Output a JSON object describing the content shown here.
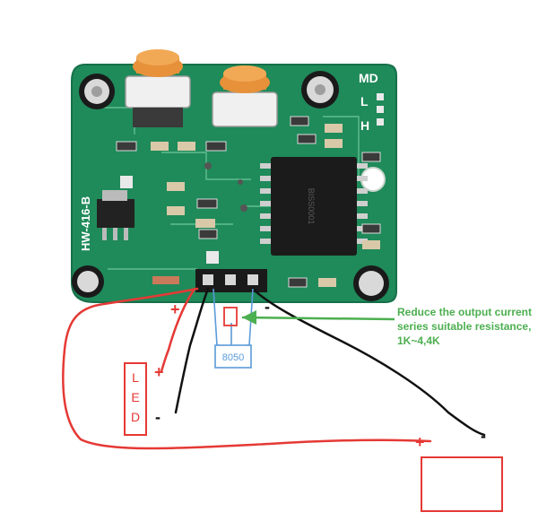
{
  "board": {
    "model": "HW-416-B",
    "jumper_labels": [
      "MD",
      "L",
      "H"
    ],
    "chip_marking": "BISS0001"
  },
  "annotations": {
    "transistor": "8050",
    "led": "LED",
    "note_lines": [
      "Reduce the output current",
      "series suitable resistance,",
      "1K~4,4K"
    ],
    "plus": "+",
    "minus": "-"
  },
  "colors": {
    "pcb": "#1f8a5a",
    "pcb_edge": "#17704a",
    "wire_positive": "#e53935",
    "wire_negative": "#111111",
    "transistor_outline": "#5a9bd8",
    "note_text": "#4caf50",
    "arrow": "#4caf50"
  }
}
